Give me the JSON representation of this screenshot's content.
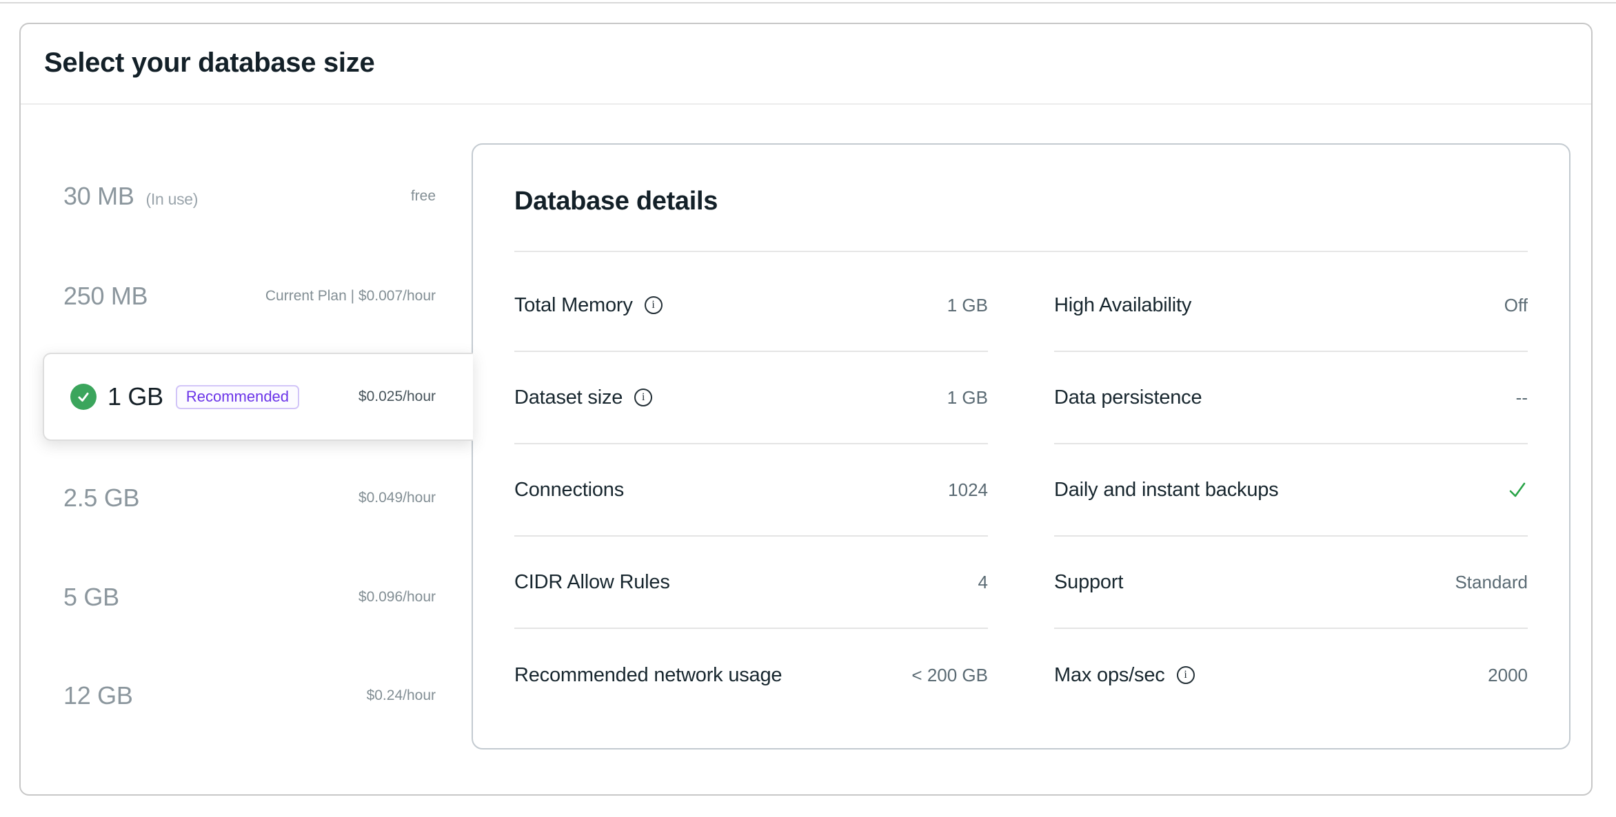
{
  "header": {
    "title": "Select your database size"
  },
  "sidebar": {
    "options": [
      {
        "size": "30 MB",
        "note": "(In use)",
        "price": "free"
      },
      {
        "size": "250 MB",
        "price": "Current Plan | $0.007/hour"
      },
      {
        "size": "1 GB",
        "badge": "Recommended",
        "price": "$0.025/hour",
        "selected": true
      },
      {
        "size": "2.5 GB",
        "price": "$0.049/hour"
      },
      {
        "size": "5 GB",
        "price": "$0.096/hour"
      },
      {
        "size": "12 GB",
        "price": "$0.24/hour"
      }
    ]
  },
  "details": {
    "title": "Database details",
    "left_rows": [
      {
        "label": "Total Memory",
        "has_info": true,
        "value": "1 GB"
      },
      {
        "label": "Dataset size",
        "has_info": true,
        "value": "1 GB"
      },
      {
        "label": "Connections",
        "value": "1024"
      },
      {
        "label": "CIDR Allow Rules",
        "value": "4"
      },
      {
        "label": "Recommended network usage",
        "value": "< 200 GB"
      }
    ],
    "right_rows": [
      {
        "label": "High Availability",
        "value": "Off"
      },
      {
        "label": "Data persistence",
        "value": "--"
      },
      {
        "label": "Daily and instant backups",
        "value": "",
        "has_check": true
      },
      {
        "label": "Support",
        "value": "Standard"
      },
      {
        "label": "Max ops/sec",
        "has_info": true,
        "value": "2000"
      }
    ]
  },
  "icons": {
    "info": "i",
    "check_color": "#27a346",
    "selected_circle_color": "#3ba55c"
  }
}
